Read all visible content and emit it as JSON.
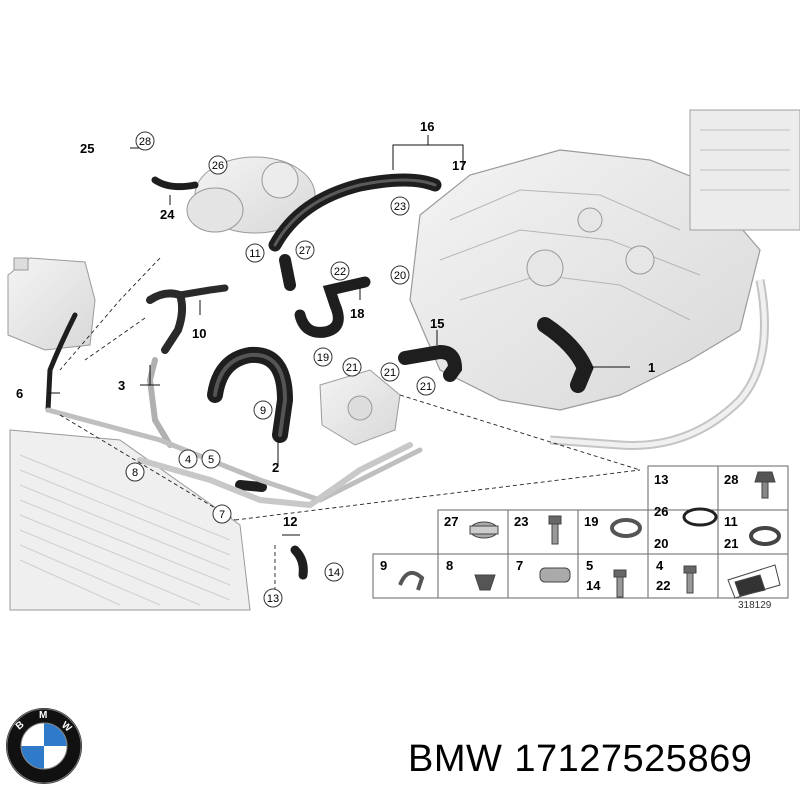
{
  "diagram": {
    "callouts": [
      "1",
      "2",
      "3",
      "4",
      "5",
      "6",
      "7",
      "8",
      "9",
      "10",
      "11",
      "12",
      "13",
      "14",
      "15",
      "16",
      "17",
      "18",
      "19",
      "20",
      "21",
      "21",
      "22",
      "23",
      "24",
      "25",
      "26",
      "27",
      "28"
    ],
    "legend": {
      "row_top": [
        "13",
        "28"
      ],
      "row_mid_left": [
        "27",
        "23",
        "19"
      ],
      "row_mid_right": [
        "26",
        "20",
        "11",
        "21"
      ],
      "row_bottom": [
        "9",
        "8",
        "7",
        "5",
        "14",
        "4",
        "22"
      ]
    },
    "diagram_number": "318129"
  },
  "brand": {
    "name": "BMW",
    "part_number": "17127525869"
  }
}
